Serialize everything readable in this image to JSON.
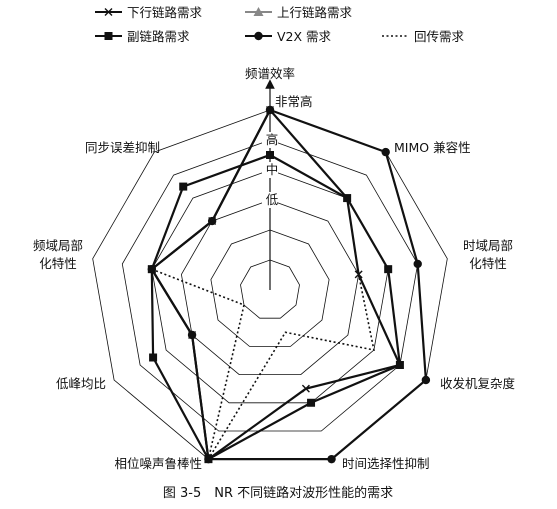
{
  "chart_data": {
    "type": "radar",
    "axis_title": "频谱效率",
    "axes": [
      "非常高",
      "MIMO 兼容性",
      "时域局部化特性",
      "收发机复杂度",
      "时间选择性抑制",
      "相位噪声鲁棒性",
      "低峰均比",
      "频域局部化特性",
      "同步误差抑制"
    ],
    "axis_label_lines": [
      [
        "非常高"
      ],
      [
        "MIMO 兼容性"
      ],
      [
        "时域局部",
        "化特性"
      ],
      [
        "收发机复杂度"
      ],
      [
        "时间选择性抑制"
      ],
      [
        "相位噪声鲁棒性"
      ],
      [
        "低峰均比"
      ],
      [
        "频域局部",
        "化特性"
      ],
      [
        "同步误差抑制"
      ]
    ],
    "levels": [
      "低",
      "中",
      "高",
      "非常高"
    ],
    "level_labels_shown": [
      "低",
      "中",
      "高"
    ],
    "rmax": 6,
    "series": [
      {
        "name": "下行链路需求",
        "marker": "x",
        "dash": "solid",
        "values": [
          6,
          4,
          3,
          5,
          3.5,
          6,
          3,
          4,
          3
        ]
      },
      {
        "name": "上行链路需求",
        "marker": "triangle",
        "dash": "solid",
        "values": [
          6,
          4,
          3,
          5,
          3.5,
          6,
          3,
          4,
          3
        ]
      },
      {
        "name": "副链路需求",
        "marker": "square",
        "dash": "solid",
        "values": [
          4.5,
          4,
          4,
          5,
          4,
          6,
          4.5,
          4,
          4.5
        ]
      },
      {
        "name": "V2X 需求",
        "marker": "circle",
        "dash": "solid",
        "values": [
          6,
          6,
          5,
          6,
          6,
          6,
          3,
          4,
          3
        ]
      },
      {
        "name": "回传需求",
        "marker": "none",
        "dash": "dotted",
        "values": [
          6,
          4,
          3,
          4,
          1.5,
          6,
          1,
          4,
          3
        ]
      }
    ],
    "legend_position": "top"
  },
  "caption": "图 3-5　NR 不同链路对波形性能的需求"
}
